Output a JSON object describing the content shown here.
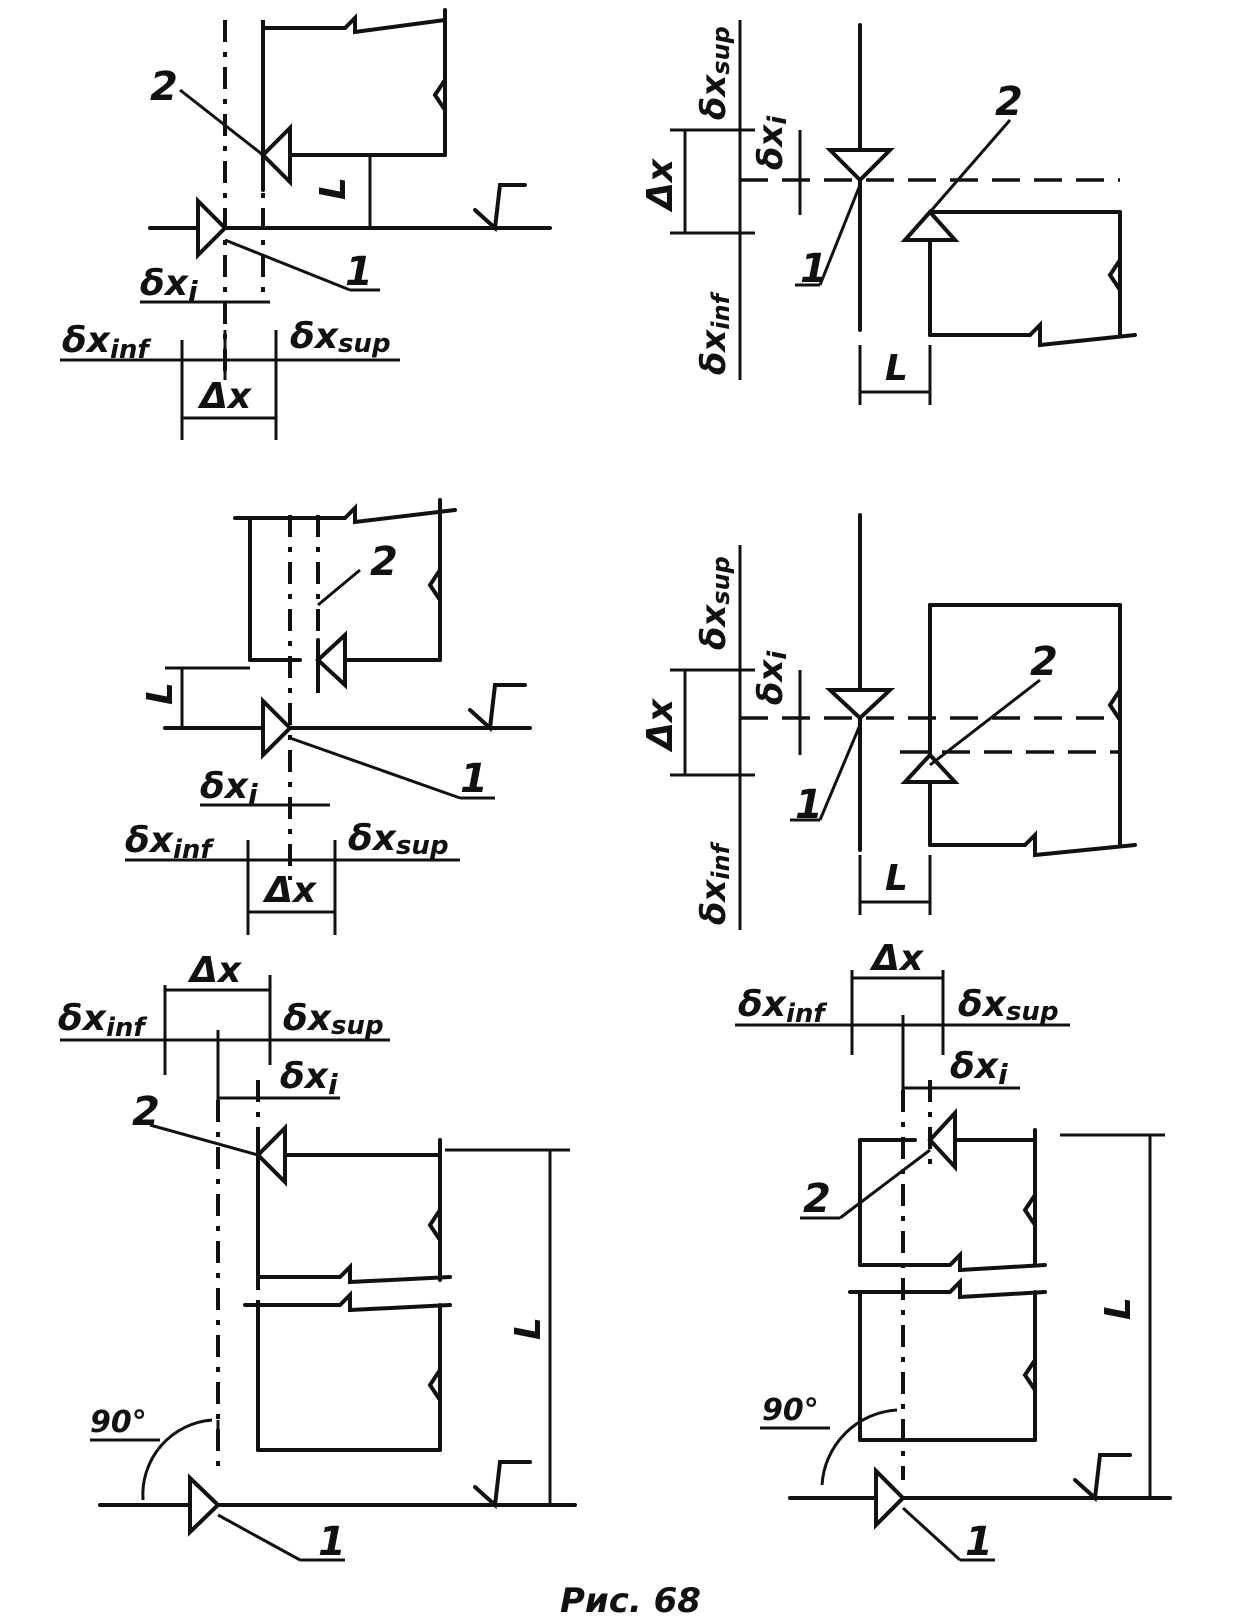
{
  "figure": {
    "caption": "Рис. 68"
  },
  "labels": {
    "one": "1",
    "two": "2",
    "L": "L",
    "delta_x": "Δx",
    "dx_i": "δx",
    "dx_i_sub": "i",
    "dx_inf": "δx",
    "dx_inf_sub": "inf",
    "dx_sup": "δx",
    "dx_sup_sub": "sup",
    "angle": "90°"
  },
  "colors": {
    "ink": "#111111",
    "paper": "#ffffff"
  }
}
